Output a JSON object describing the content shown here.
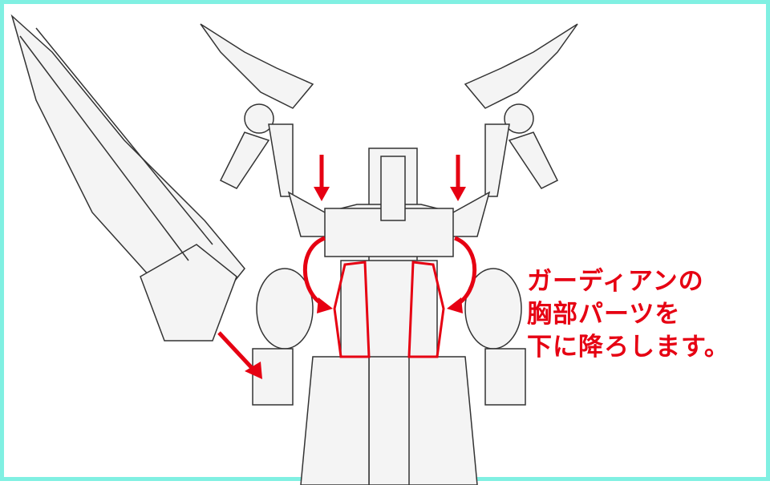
{
  "instruction": {
    "lines": [
      "ガーディアンの",
      "胸部パーツを",
      "下に降ろします。"
    ]
  },
  "colors": {
    "border": "#80f0e2",
    "accent": "#e60012",
    "line": "#333333"
  }
}
